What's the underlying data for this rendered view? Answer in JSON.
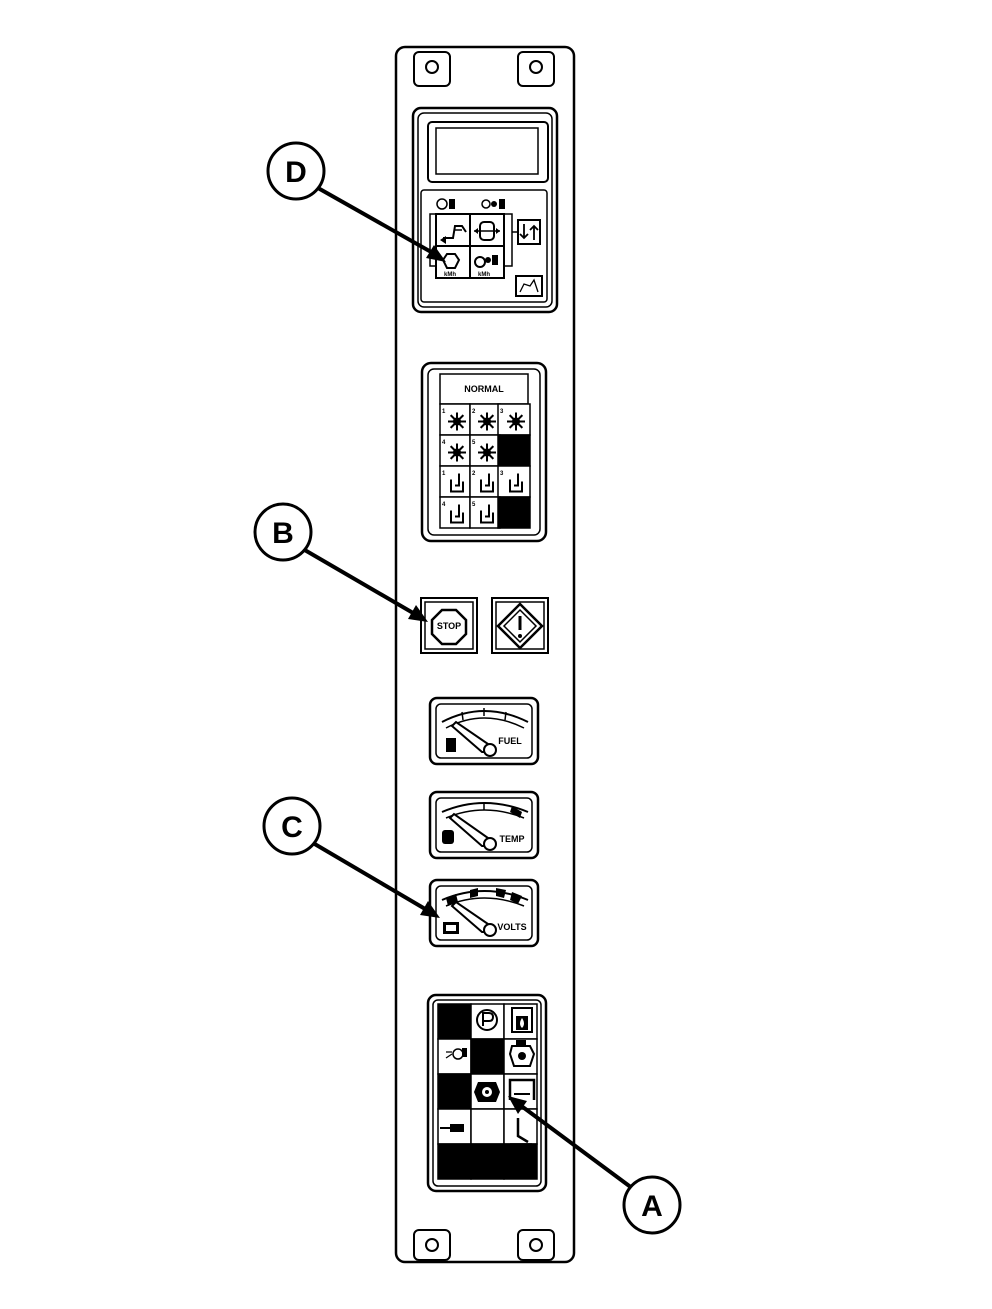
{
  "callouts": {
    "a": "A",
    "b": "B",
    "c": "C",
    "d": "D"
  },
  "indicator_panel": {
    "title": "NORMAL",
    "cell_numbers": [
      "1",
      "2",
      "3",
      "4",
      "5",
      "1",
      "2",
      "3",
      "4",
      "5"
    ]
  },
  "buttons": {
    "stop_label": "STOP"
  },
  "gauges": {
    "fuel_label": "FUEL",
    "temp_label": "TEMP",
    "volts_label": "VOLTS"
  },
  "display": {
    "unit_left": "kMh",
    "unit_right": "kMh"
  },
  "icons": {
    "top_panel": [
      "engine-icon",
      "turbo-icon",
      "exchange-icon",
      "drum-icon",
      "up-down-icon",
      "logo-icon"
    ],
    "light_panel": [
      "parking-brake-icon",
      "hydraulic-tank-icon",
      "beacon-icon",
      "engine-fault-icon",
      "oil-pressure-icon",
      "transmission-icon",
      "horn-icon",
      "seat-belt-icon"
    ]
  }
}
